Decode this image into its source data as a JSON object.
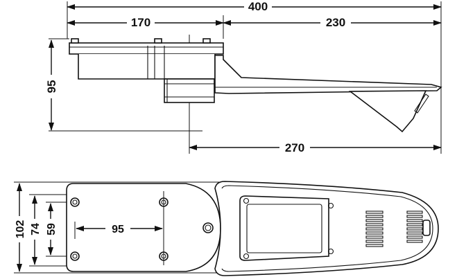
{
  "diagram": {
    "top_view": {
      "dimensions": {
        "overall_length": "400",
        "left_section": "170",
        "right_section": "230",
        "height": "95",
        "lower_length": "270"
      }
    },
    "bottom_view": {
      "dimensions": {
        "overall_width": "102",
        "mid_width": "74",
        "hole_spacing_vertical": "59",
        "hole_spacing_horizontal": "95"
      }
    }
  }
}
